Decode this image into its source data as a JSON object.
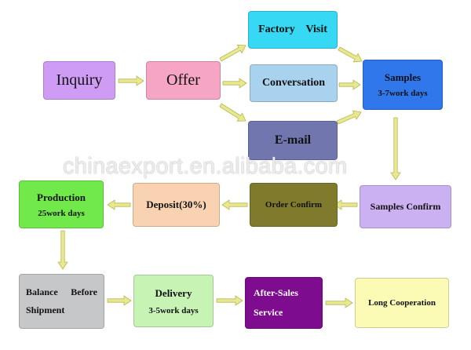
{
  "nodes": {
    "inquiry": "Inquiry",
    "offer": "Offer",
    "factory_visit": "Factory    Visit",
    "conversation": "Conversation",
    "email": "E-mail",
    "samples": {
      "title": "Samples",
      "detail": "3-7work days"
    },
    "samples_confirm": "Samples Confirm",
    "order_confirm": "Order Confirm",
    "deposit": "Deposit(30%)",
    "production": {
      "title": "Production",
      "detail": "25work days"
    },
    "balance": {
      "word1": "Balance",
      "word2": "Before",
      "line2": "Shipment"
    },
    "delivery": {
      "title": "Delivery",
      "detail": "3-5work days"
    },
    "after_sales": {
      "line1": "After-Sales",
      "line2": "Service"
    },
    "long_cooperation": "Long Cooperation"
  },
  "watermark": "chinaexport.en.alibaba.com",
  "colors": {
    "arrow": "#e8e88c",
    "arrow_stroke": "#b7b75a"
  }
}
